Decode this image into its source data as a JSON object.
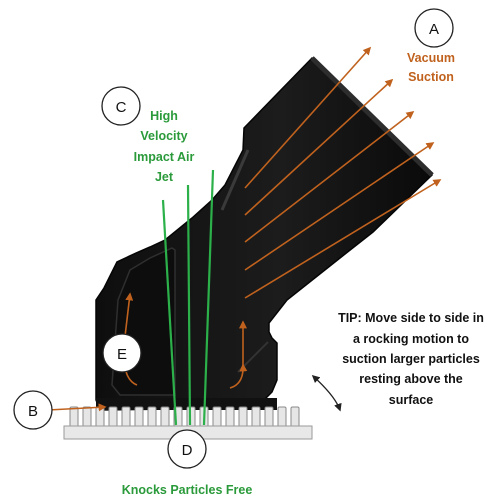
{
  "colors": {
    "nozzle_body": "#151515",
    "nozzle_highlight": "#3a3a3a",
    "vacuum_orange": "#c0621e",
    "airjet_green": "#2bb04a",
    "label_green": "#2a9a3a",
    "callout_stroke": "#222222",
    "bristle_fill": "#e6e6e6",
    "bristle_stroke": "#8a8a8a"
  },
  "labels": {
    "a_letter": "A",
    "b_letter": "B",
    "c_letter": "C",
    "d_letter": "D",
    "e_letter": "E",
    "vacuum_line1": "Vacuum",
    "vacuum_line2": "Suction",
    "jet_line1": "High",
    "jet_line2": "Velocity",
    "jet_line3": "Impact Air",
    "jet_line4": "Jet",
    "tip_line1": "TIP: Move side to side in",
    "tip_line2": "a rocking motion to",
    "tip_line3": "suction larger particles",
    "tip_line4": "resting above the",
    "tip_line5": "surface",
    "bottom": "Knocks Particles Free"
  }
}
